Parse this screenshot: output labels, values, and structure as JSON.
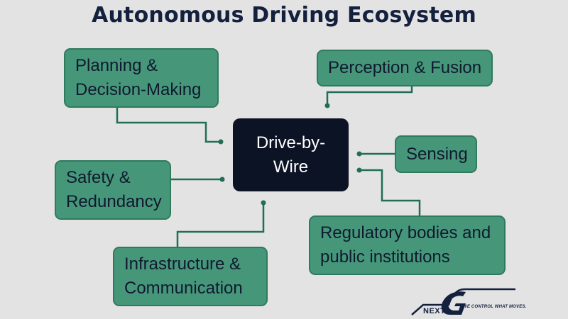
{
  "title": "Autonomous Driving Ecosystem",
  "center": {
    "lines": [
      "Drive-by-",
      "Wire"
    ]
  },
  "nodes": {
    "planning": {
      "lines": [
        "Planning &",
        "Decision-Making"
      ]
    },
    "perception": {
      "lines": [
        "Perception & Fusion"
      ]
    },
    "sensing": {
      "lines": [
        "Sensing"
      ]
    },
    "safety": {
      "lines": [
        "Safety &",
        "Redundancy"
      ]
    },
    "regulatory": {
      "lines": [
        "Regulatory bodies and",
        "public institutions"
      ]
    },
    "infrastructure": {
      "lines": [
        "Infrastructure &",
        "Communication"
      ]
    }
  },
  "logo": {
    "brand": "NEXT",
    "tagline": "WE CONTROL WHAT MOVES."
  },
  "colors": {
    "background": "#e3e3e3",
    "node_fill": "#46977a",
    "center_fill": "#0c1324",
    "connector": "#1f6e55",
    "title": "#13213e"
  }
}
